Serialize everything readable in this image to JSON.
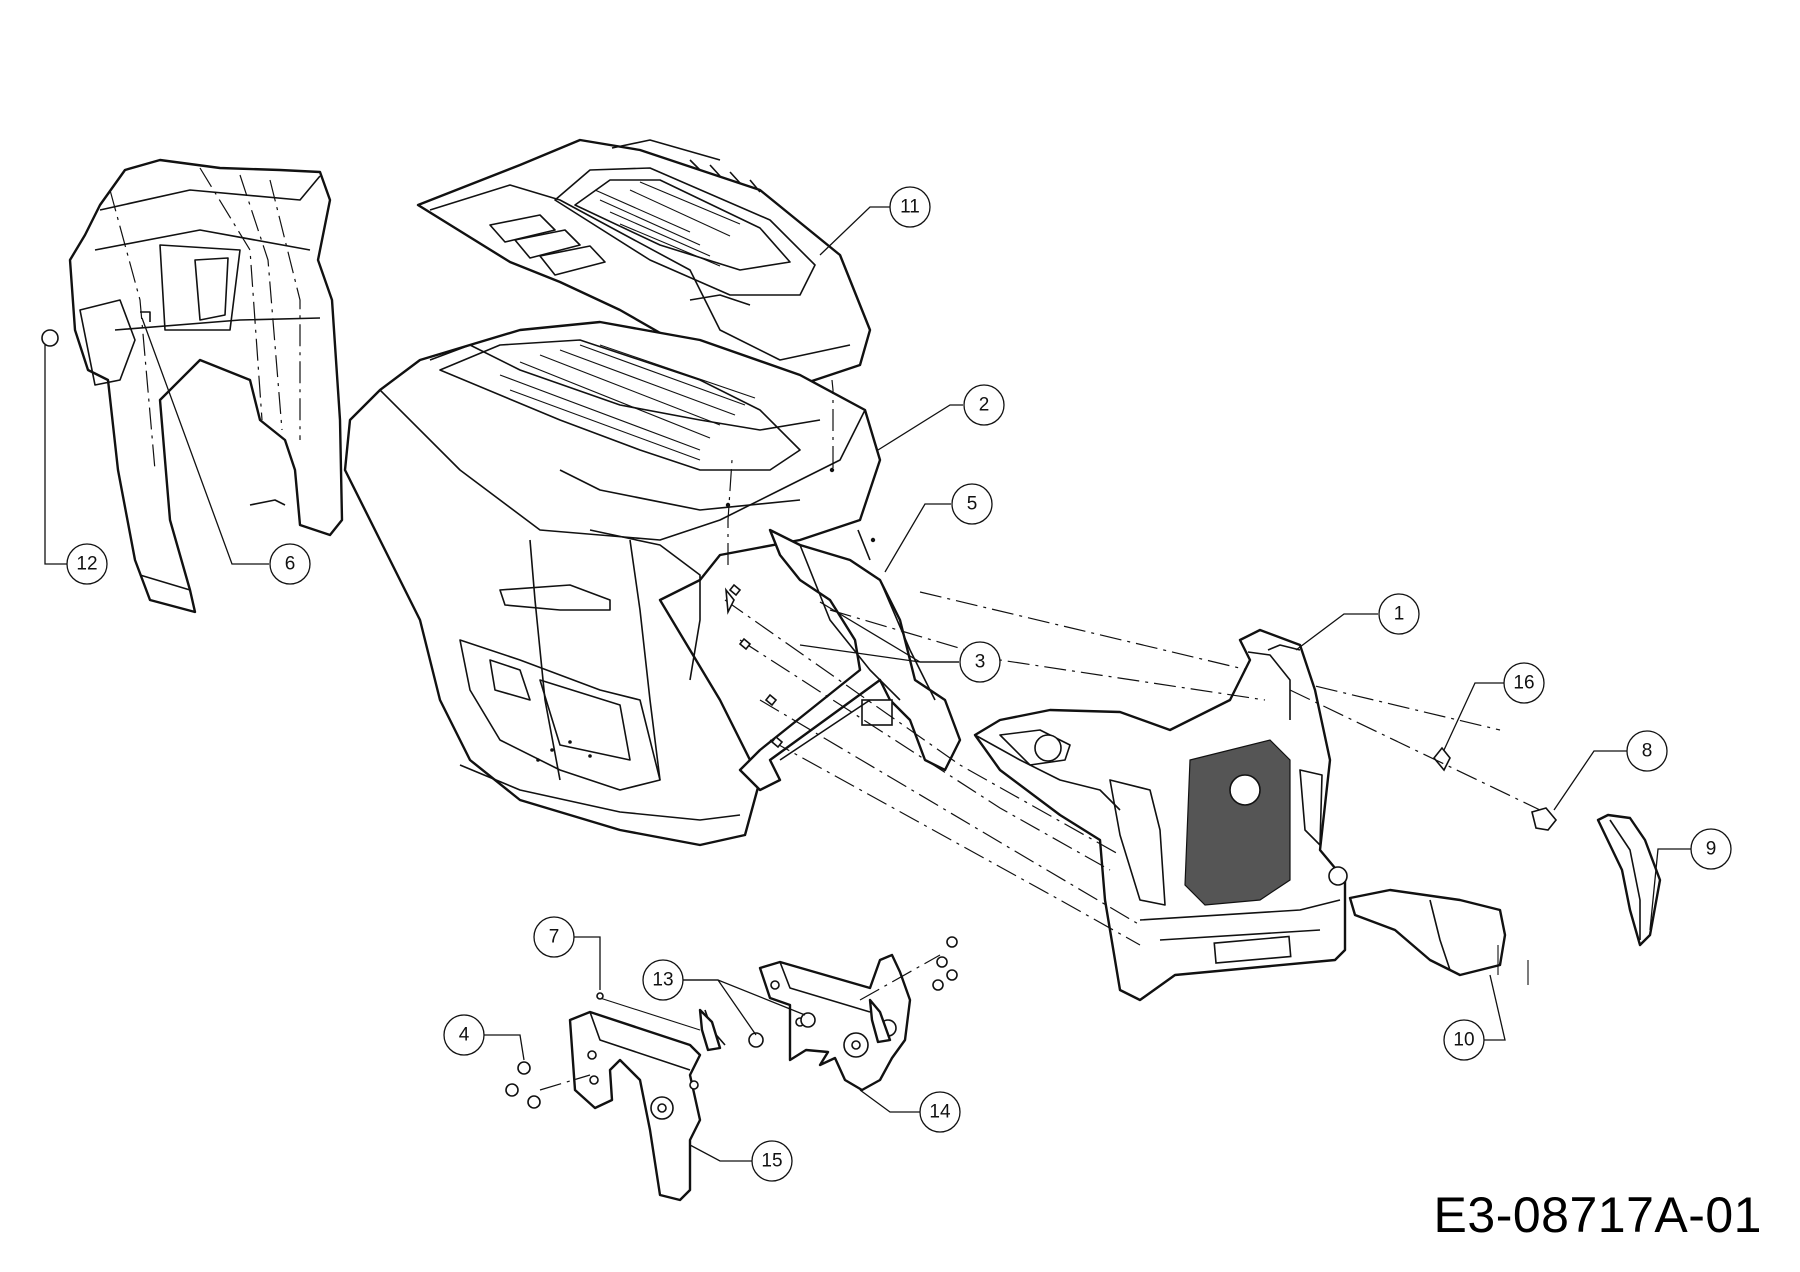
{
  "drawing_number": "E3-08717A-01",
  "callouts": [
    {
      "id": "1",
      "label": "1"
    },
    {
      "id": "2",
      "label": "2"
    },
    {
      "id": "3",
      "label": "3"
    },
    {
      "id": "4",
      "label": "4"
    },
    {
      "id": "5",
      "label": "5"
    },
    {
      "id": "6",
      "label": "6"
    },
    {
      "id": "7",
      "label": "7"
    },
    {
      "id": "8",
      "label": "8"
    },
    {
      "id": "9",
      "label": "9"
    },
    {
      "id": "10",
      "label": "10"
    },
    {
      "id": "11",
      "label": "11"
    },
    {
      "id": "12",
      "label": "12"
    },
    {
      "id": "13",
      "label": "13"
    },
    {
      "id": "14",
      "label": "14"
    },
    {
      "id": "15",
      "label": "15"
    },
    {
      "id": "16",
      "label": "16"
    }
  ]
}
